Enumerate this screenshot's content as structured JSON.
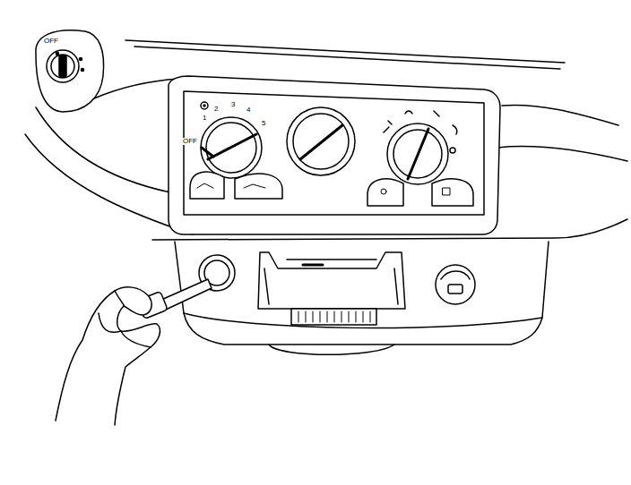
{
  "diagram": {
    "labels": [
      "OFF",
      "1",
      "2",
      "3",
      "4",
      "5",
      "OFF"
    ]
  }
}
